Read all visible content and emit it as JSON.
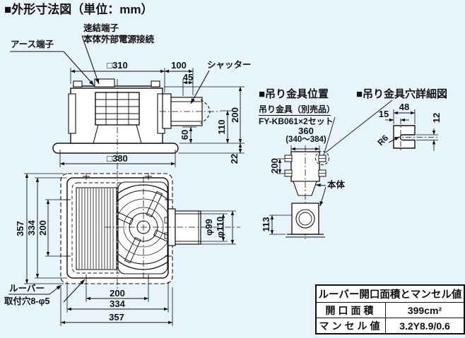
{
  "page": {
    "bg": "#e8f4fc",
    "title": "■外形寸法図（単位：mm）"
  },
  "side_view": {
    "labels": {
      "earth": "アース端子",
      "quick1": "速結端子",
      "quick2": "本体外部電源接続",
      "shutter": "シャッター"
    },
    "dims": {
      "top_width": "□310",
      "duct_len": "100",
      "d45": "45",
      "h200": "200",
      "h110": "110",
      "h60": "60",
      "h22": "22",
      "louver_width": "□380"
    }
  },
  "hanger": {
    "heading": "■吊り金具位置",
    "note1": "吊り金具（別売品）",
    "note2": "FY-KB061×2セット",
    "body_label": "本体",
    "dims": {
      "w360": "360",
      "range": "(340～384)",
      "p200": "200",
      "h113": "113"
    }
  },
  "detail": {
    "heading": "■吊り金具穴詳細図",
    "dims": {
      "w48": "48",
      "w15": "15",
      "h12": "12",
      "r6": "R6"
    }
  },
  "bottom_view": {
    "labels": {
      "louver": "ルーバー",
      "holes": "取付穴8-φ5"
    },
    "dims": {
      "v357": "357",
      "v334": "334",
      "v200": "200",
      "b200": "200",
      "b334": "334",
      "b357": "357",
      "phi99": "φ99",
      "phi110": "φ110"
    }
  },
  "table": {
    "title": "ルーバー開口面積とマンセル値",
    "rows": [
      {
        "label": "開口面積",
        "value": "399cm²"
      },
      {
        "label": "マンセル値",
        "value": "3.2Y8.9/0.6"
      }
    ]
  }
}
